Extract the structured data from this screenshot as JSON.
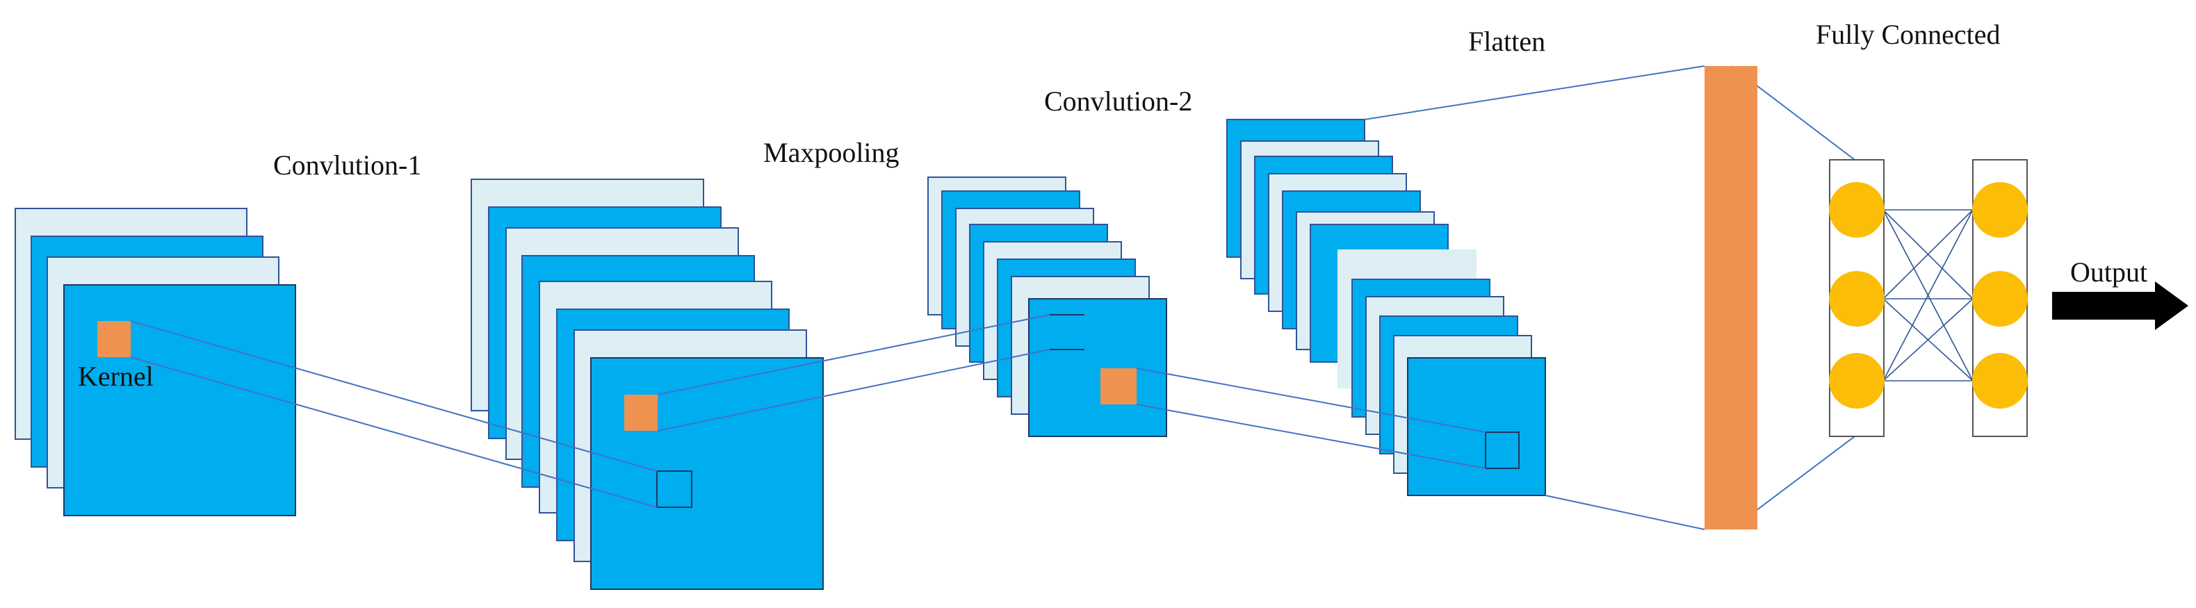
{
  "labels": {
    "conv1": "Convlution-1",
    "maxpool": "Maxpooling",
    "conv2": "Convlution-2",
    "flatten": "Flatten",
    "fully_connected": "Fully Connected",
    "kernel": "Kernel",
    "output": "Output"
  },
  "colors": {
    "feature_map_blue": "#00adef",
    "feature_map_light": "#ddeef5",
    "kernel_orange": "#f0924f",
    "flatten_orange": "#f0924f",
    "neuron_yellow": "#fbbd06",
    "connector_line": "#4472c4",
    "frame": "#1f3864",
    "arrow": "#000000"
  }
}
